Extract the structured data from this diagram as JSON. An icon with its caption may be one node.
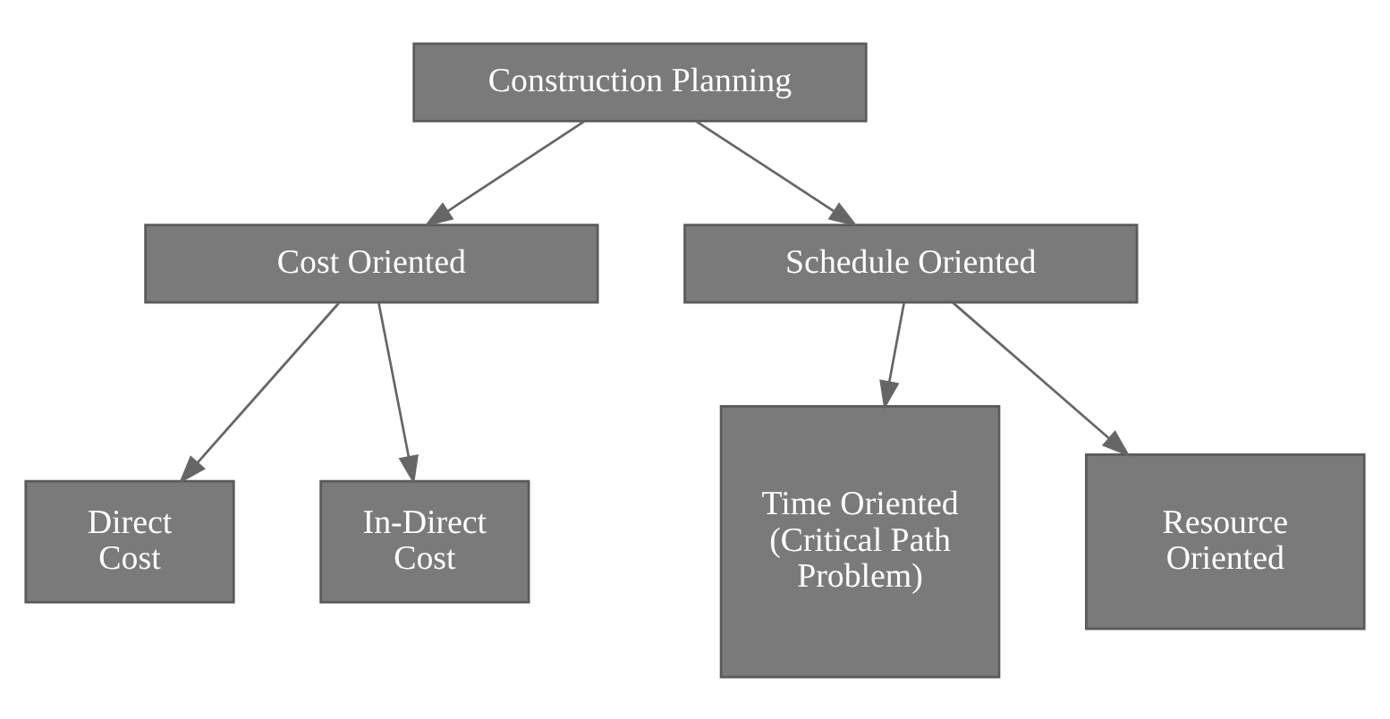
{
  "diagram": {
    "nodes": [
      {
        "text": [
          "Construction Planning"
        ]
      },
      {
        "text": [
          "Cost Oriented"
        ]
      },
      {
        "text": [
          "Schedule Oriented"
        ]
      },
      {
        "text": [
          "Direct Cost"
        ]
      },
      {
        "text": [
          "In-Direct Cost"
        ]
      },
      {
        "text": [
          "Time Oriented (Critical Path Problem)"
        ]
      },
      {
        "text": [
          "Resource Oriented"
        ]
      }
    ],
    "edges": [
      {
        "from": 0,
        "to": 1,
        "arrow": "to"
      },
      {
        "from": 0,
        "to": 2,
        "arrow": "to"
      },
      {
        "from": 1,
        "to": 3,
        "arrow": "to"
      },
      {
        "from": 1,
        "to": 4,
        "arrow": "to"
      },
      {
        "from": 2,
        "to": 5,
        "arrow": "to"
      },
      {
        "from": 2,
        "to": 6,
        "arrow": "to"
      }
    ]
  }
}
